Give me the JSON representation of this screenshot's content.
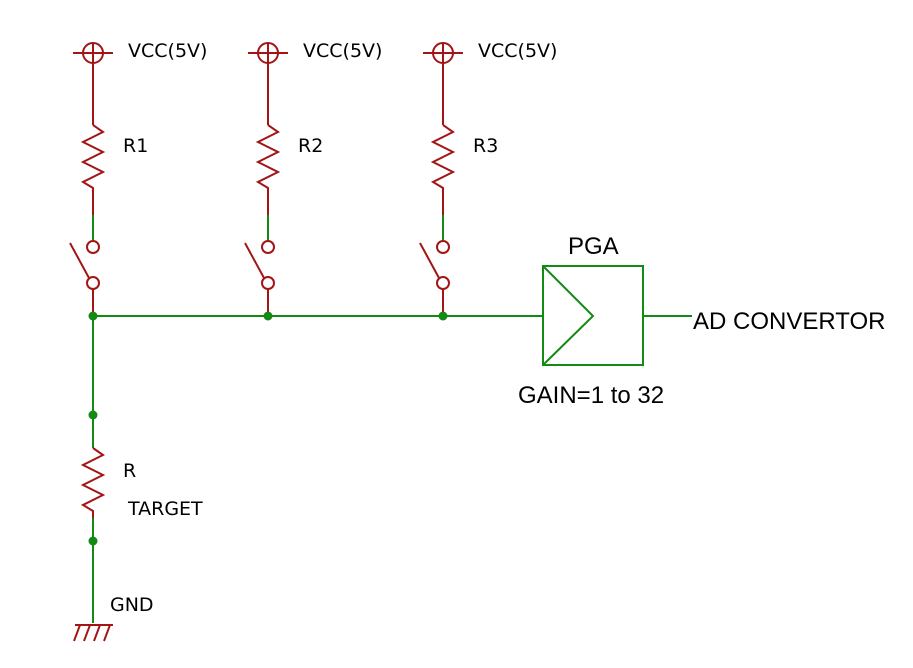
{
  "supplies": [
    {
      "label": "VCC(5V)"
    },
    {
      "label": "VCC(5V)"
    },
    {
      "label": "VCC(5V)"
    }
  ],
  "resistors": {
    "r1": "R1",
    "r2": "R2",
    "r3": "R3",
    "target_name": "R",
    "target_desc": "TARGET"
  },
  "pga": {
    "title": "PGA",
    "gain": "GAIN=1 to 32"
  },
  "output": "AD CONVERTOR",
  "ground": "GND",
  "colors": {
    "component": "#a31515",
    "wire": "#138a13",
    "text": "#000000"
  }
}
